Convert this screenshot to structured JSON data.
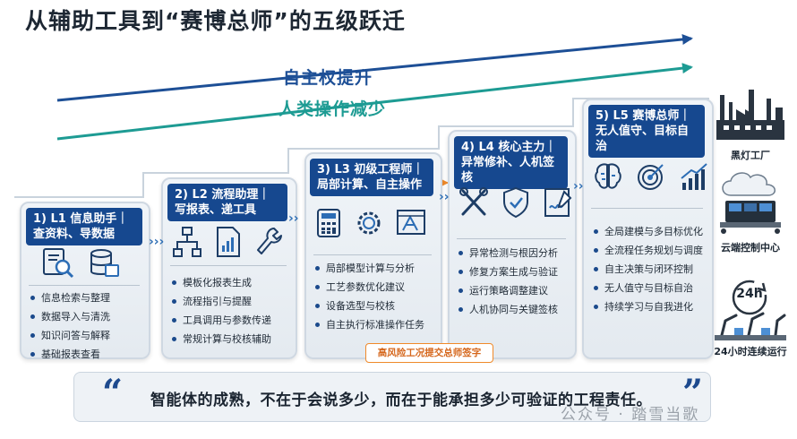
{
  "title": "从辅助工具到“赛博总师”的五级跃迁",
  "arrows": {
    "top": "自主权提升",
    "bottom": "人类操作减少"
  },
  "stages": [
    {
      "head": "1) L1 信息助手｜\n查资料、导数据",
      "items": [
        "信息检索与整理",
        "数据导入与清洗",
        "知识问答与解释",
        "基础报表查看"
      ]
    },
    {
      "head": "2) L2 流程助理｜\n写报表、递工具",
      "items": [
        "模板化报表生成",
        "流程指引与提醒",
        "工具调用与参数传递",
        "常规计算与校核辅助"
      ]
    },
    {
      "head": "3) L3 初级工程师｜\n局部计算、自主操作",
      "items": [
        "局部模型计算与分析",
        "工艺参数优化建议",
        "设备选型与校核",
        "自主执行标准操作任务"
      ]
    },
    {
      "head": "4) L4 核心主力｜\n异常修补、人机签核",
      "items": [
        "异常检测与根因分析",
        "修复方案生成与验证",
        "运行策略调整建议",
        "人机协同与关键签核"
      ]
    },
    {
      "head": "5) L5 赛博总师｜\n无人值守、目标自治",
      "items": [
        "全局建模与多目标优化",
        "全流程任务规划与调度",
        "自主决策与闭环控制",
        "无人值守与目标自治",
        "持续学习与自我进化"
      ]
    }
  ],
  "warning": "高风险工况提交总师签字",
  "side": {
    "factory": "黑灯工厂",
    "cloud": "云端控制中心",
    "clock": "24h",
    "robots": "24小时连续运行"
  },
  "quote": "智能体的成熟，不在于会说多少，而在于能承担多少可验证的工程责任。",
  "watermark": "公众号 · 踏雪当歌",
  "colors": {
    "navy": "#16488f",
    "teal": "#1d9b93",
    "orange": "#f08a2a"
  }
}
